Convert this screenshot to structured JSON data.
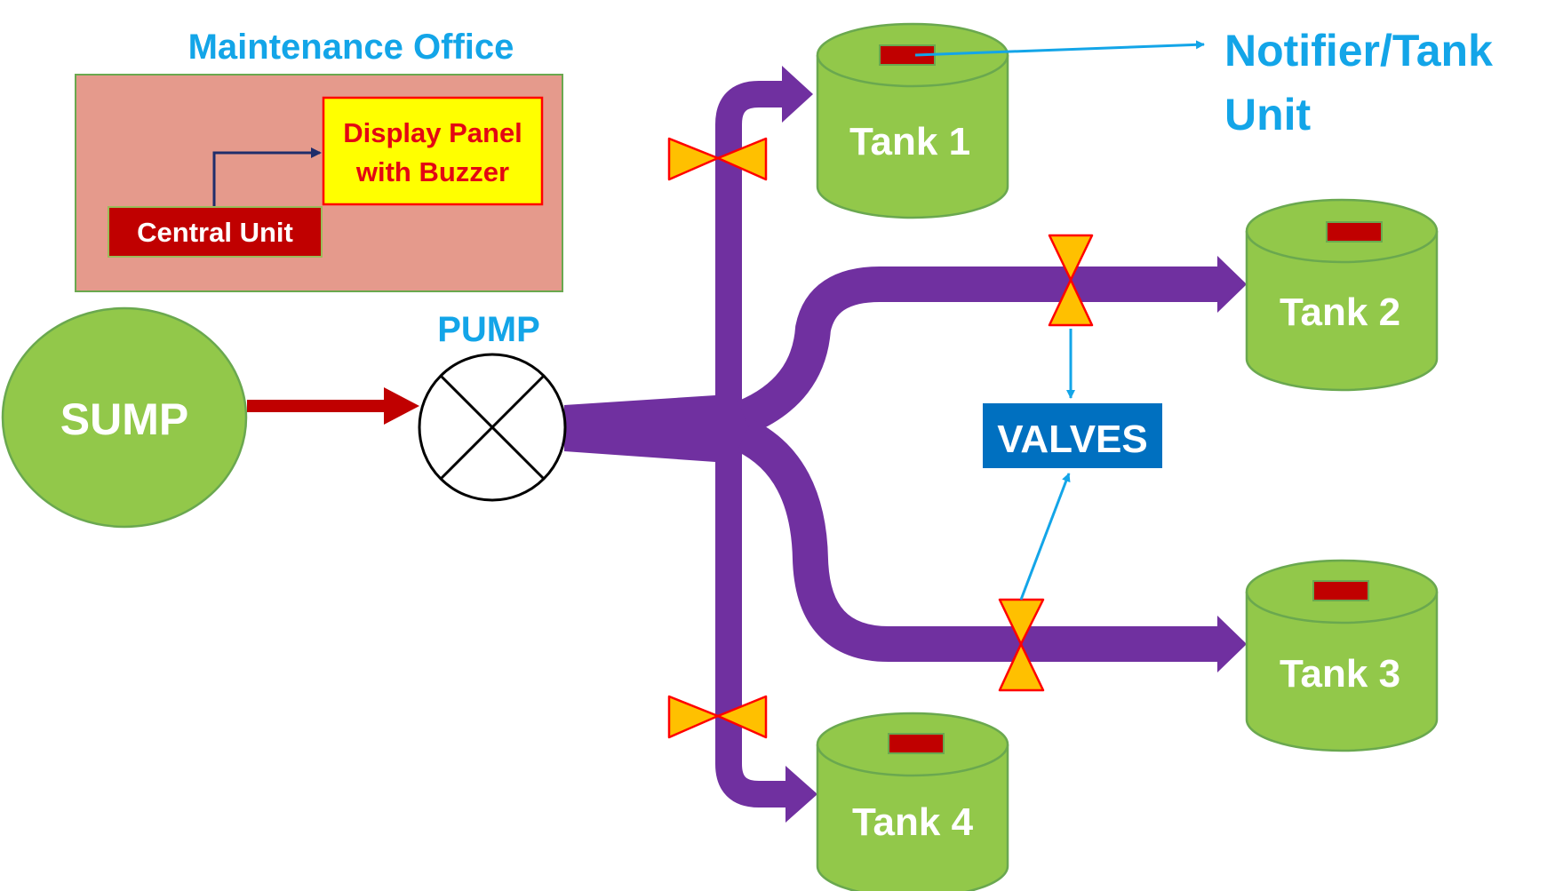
{
  "maintenance_office": {
    "title": "Maintenance Office",
    "central_unit_label": "Central Unit",
    "display_panel_line1": "Display Panel",
    "display_panel_line2": "with Buzzer"
  },
  "sump_label": "SUMP",
  "pump_label": "PUMP",
  "valves_label": "VALVES",
  "notifier_line1": "Notifier/Tank",
  "notifier_line2": "Unit",
  "tanks": [
    "Tank 1",
    "Tank 2",
    "Tank 3",
    "Tank 4"
  ],
  "colors": {
    "pipe": "#7030a0",
    "tank_fill": "#92c84a",
    "valve_fill": "#ffc000",
    "valve_outline": "#ff0000",
    "sensor": "#c00000",
    "valves_box": "#0070c0",
    "cyan_text": "#13a5e8",
    "office_fill": "#e59a8c",
    "display_panel_fill": "#ffff00",
    "central_unit_fill": "#c00000",
    "sump_arrow": "#c00000"
  }
}
